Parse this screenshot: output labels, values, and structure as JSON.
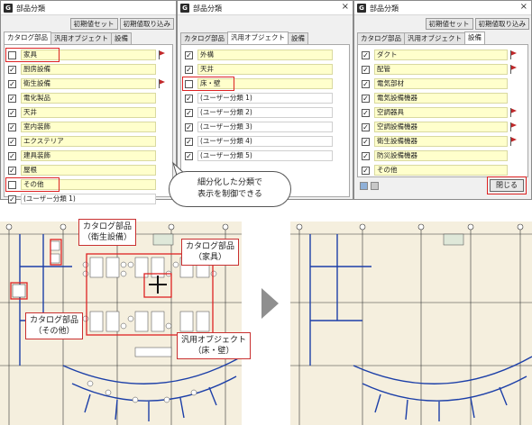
{
  "dialog_title": "部品分類",
  "app_icon": "G",
  "close_glyph": "×",
  "buttons": {
    "reset": "初期値セット",
    "load": "初期値取り込み",
    "close": "閉じる"
  },
  "tabs": [
    "カタログ部品",
    "汎用オブジェクト",
    "設備"
  ],
  "panels": [
    {
      "active_tab": 0,
      "items": [
        {
          "label": "家具",
          "checked": false,
          "flag": true
        },
        {
          "label": "厨房設備",
          "checked": true,
          "flag": false
        },
        {
          "label": "衛生設備",
          "checked": true,
          "flag": true
        },
        {
          "label": "電化製品",
          "checked": true,
          "flag": false
        },
        {
          "label": "天井",
          "checked": true,
          "flag": false
        },
        {
          "label": "室内装飾",
          "checked": true,
          "flag": false
        },
        {
          "label": "エクステリア",
          "checked": true,
          "flag": false
        },
        {
          "label": "建具装飾",
          "checked": true,
          "flag": false
        },
        {
          "label": "屋根",
          "checked": true,
          "flag": false
        },
        {
          "label": "その他",
          "checked": false,
          "flag": false
        },
        {
          "label": "(ユーザー分類 1)",
          "checked": true,
          "flag": false
        }
      ]
    },
    {
      "active_tab": 1,
      "items": [
        {
          "label": "外構",
          "checked": true,
          "flag": false
        },
        {
          "label": "天井",
          "checked": true,
          "flag": false
        },
        {
          "label": "床・壁",
          "checked": false,
          "flag": false
        },
        {
          "label": "(ユーザー分類 1)",
          "checked": true,
          "flag": false
        },
        {
          "label": "(ユーザー分類 2)",
          "checked": true,
          "flag": false
        },
        {
          "label": "(ユーザー分類 3)",
          "checked": true,
          "flag": false
        },
        {
          "label": "(ユーザー分類 4)",
          "checked": true,
          "flag": false
        },
        {
          "label": "(ユーザー分類 5)",
          "checked": true,
          "flag": false
        }
      ]
    },
    {
      "active_tab": 2,
      "items": [
        {
          "label": "ダクト",
          "checked": true,
          "flag": true
        },
        {
          "label": "配管",
          "checked": true,
          "flag": true
        },
        {
          "label": "電気部材",
          "checked": true,
          "flag": false
        },
        {
          "label": "電気設備機器",
          "checked": true,
          "flag": false
        },
        {
          "label": "空調器具",
          "checked": true,
          "flag": true
        },
        {
          "label": "空調設備機器",
          "checked": true,
          "flag": true
        },
        {
          "label": "衛生設備機器",
          "checked": true,
          "flag": true
        },
        {
          "label": "防災設備機器",
          "checked": true,
          "flag": false
        },
        {
          "label": "その他",
          "checked": true,
          "flag": false
        }
      ]
    }
  ],
  "callout": {
    "line1": "細分化した分類で",
    "line2": "表示を制御できる"
  },
  "plan_labels": {
    "sanitary": "カタログ部品\n（衛生設備）",
    "furniture": "カタログ部品\n（家具）",
    "other": "カタログ部品\n（その他）",
    "floor_wall": "汎用オブジェクト\n（床・壁）"
  },
  "colors": {
    "field_bg": "#ffffcc",
    "highlight": "#d22222",
    "plan_wall": "#1c3fa8",
    "plan_floor": "#f5efde",
    "plan_grid": "#333333",
    "arrow": "#8f8f8f"
  }
}
